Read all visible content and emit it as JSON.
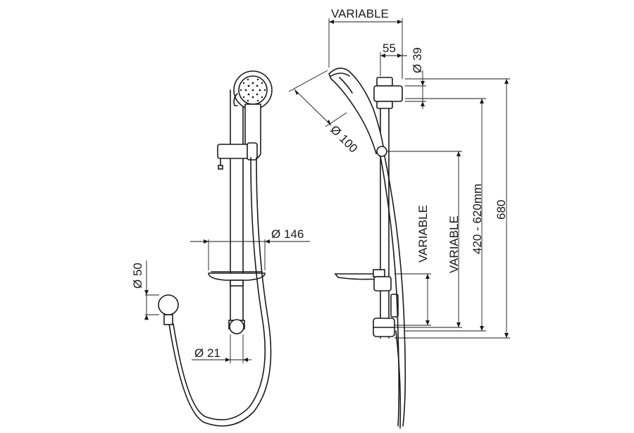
{
  "dimensions": {
    "hose_connector_diameter": "Ø 50",
    "rail_diameter": "Ø 21",
    "soap_dish_diameter": "Ø 146",
    "head_diameter": "Ø 100",
    "top_projection": "55",
    "top_bracket_diameter": "Ø 39",
    "top_variable": "VARIABLE",
    "vertical_variable_1": "VARIABLE",
    "vertical_variable_2": "VARIABLE",
    "adjustable_range": "420 - 620mm",
    "overall_height": "680"
  }
}
